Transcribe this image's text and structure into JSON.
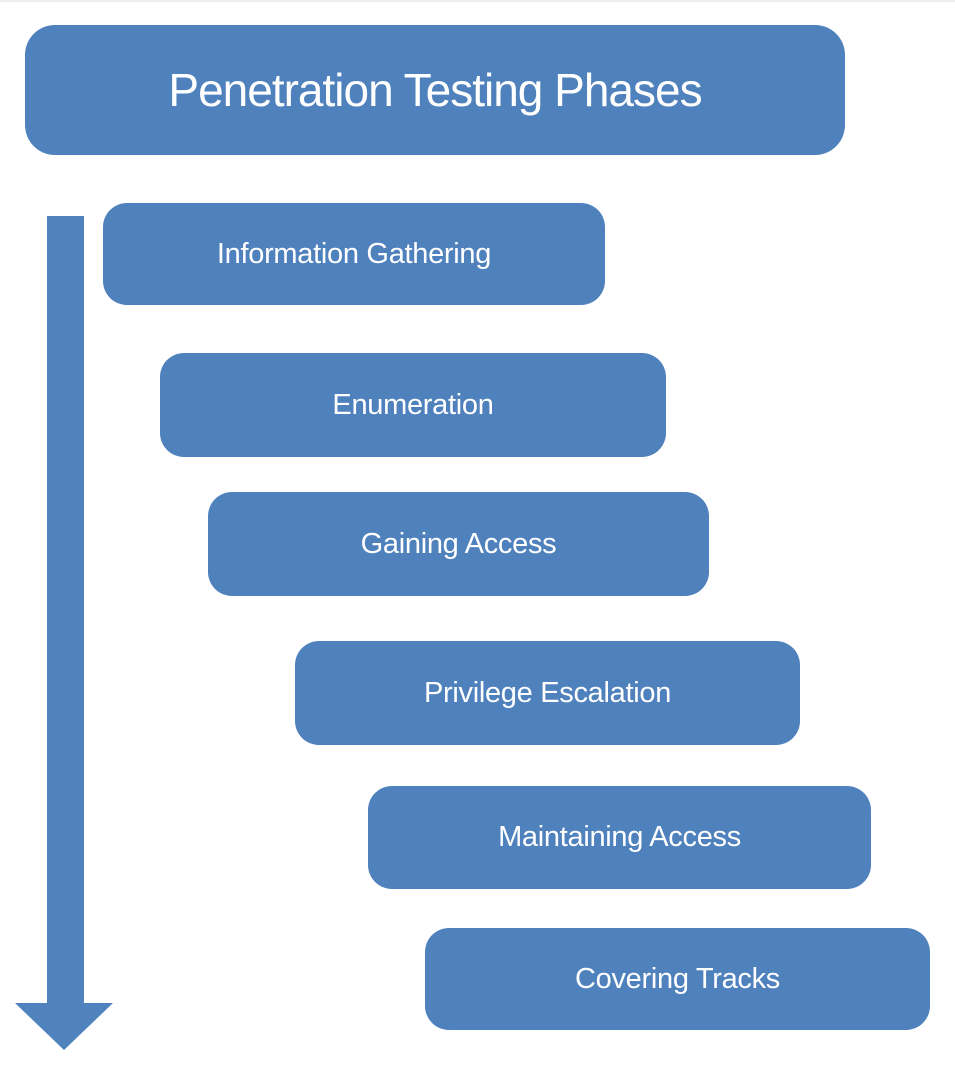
{
  "title": "Penetration Testing Phases",
  "phases": [
    "Information Gathering",
    "Enumeration",
    "Gaining Access",
    "Privilege Escalation",
    "Maintaining Access",
    "Covering Tracks"
  ],
  "arrow": {
    "direction": "down",
    "meaning": "sequence of phases from first to last"
  },
  "colors": {
    "box-fill": "#4f81bd",
    "arrow-fill": "#5082be",
    "text": "#ffffff",
    "background": "#ffffff",
    "top-edge": "#ededf0"
  }
}
